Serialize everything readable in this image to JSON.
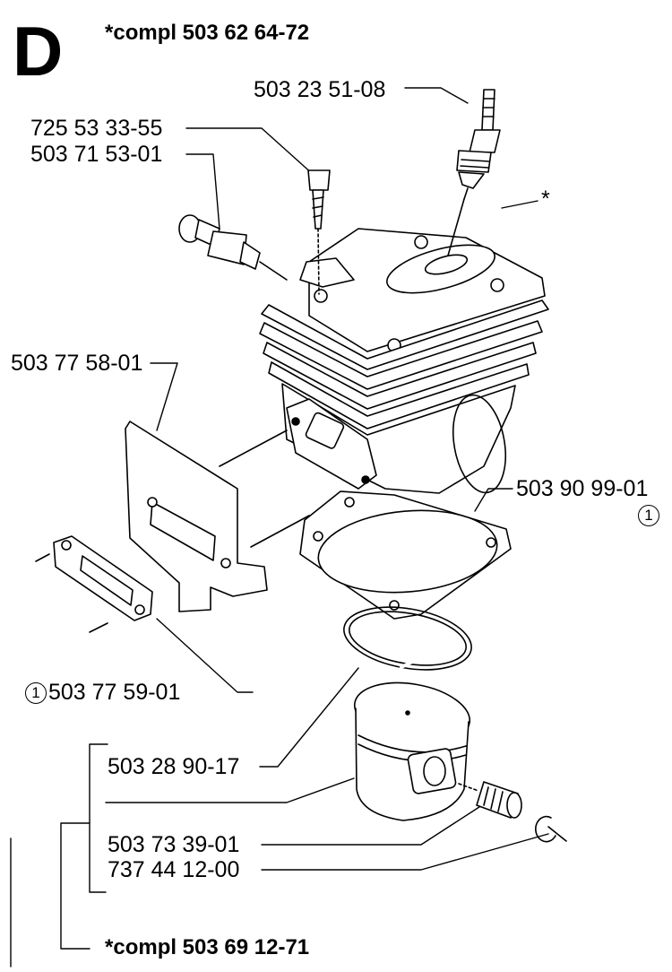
{
  "header": {
    "section_letter": "D",
    "kit_label": "*compl 503 62 64-72"
  },
  "callouts": {
    "spark_plug": "503 23 51-08",
    "bolt": "725 53 33-55",
    "decompression_valve": "503 71 53-01",
    "cylinder_marker": "*",
    "heat_shield": "503 77 58-01",
    "cylinder_gasket": "503 90 99-01",
    "cylinder_gasket_note": "1",
    "exhaust_gasket_note": "1",
    "exhaust_gasket": "503 77 59-01",
    "piston_ring": "503 28 90-17",
    "needle_bearing": "503 73 39-01",
    "circlip": "737 44 12-00"
  },
  "footer": {
    "kit_label": "*compl 503 69 12-71"
  }
}
